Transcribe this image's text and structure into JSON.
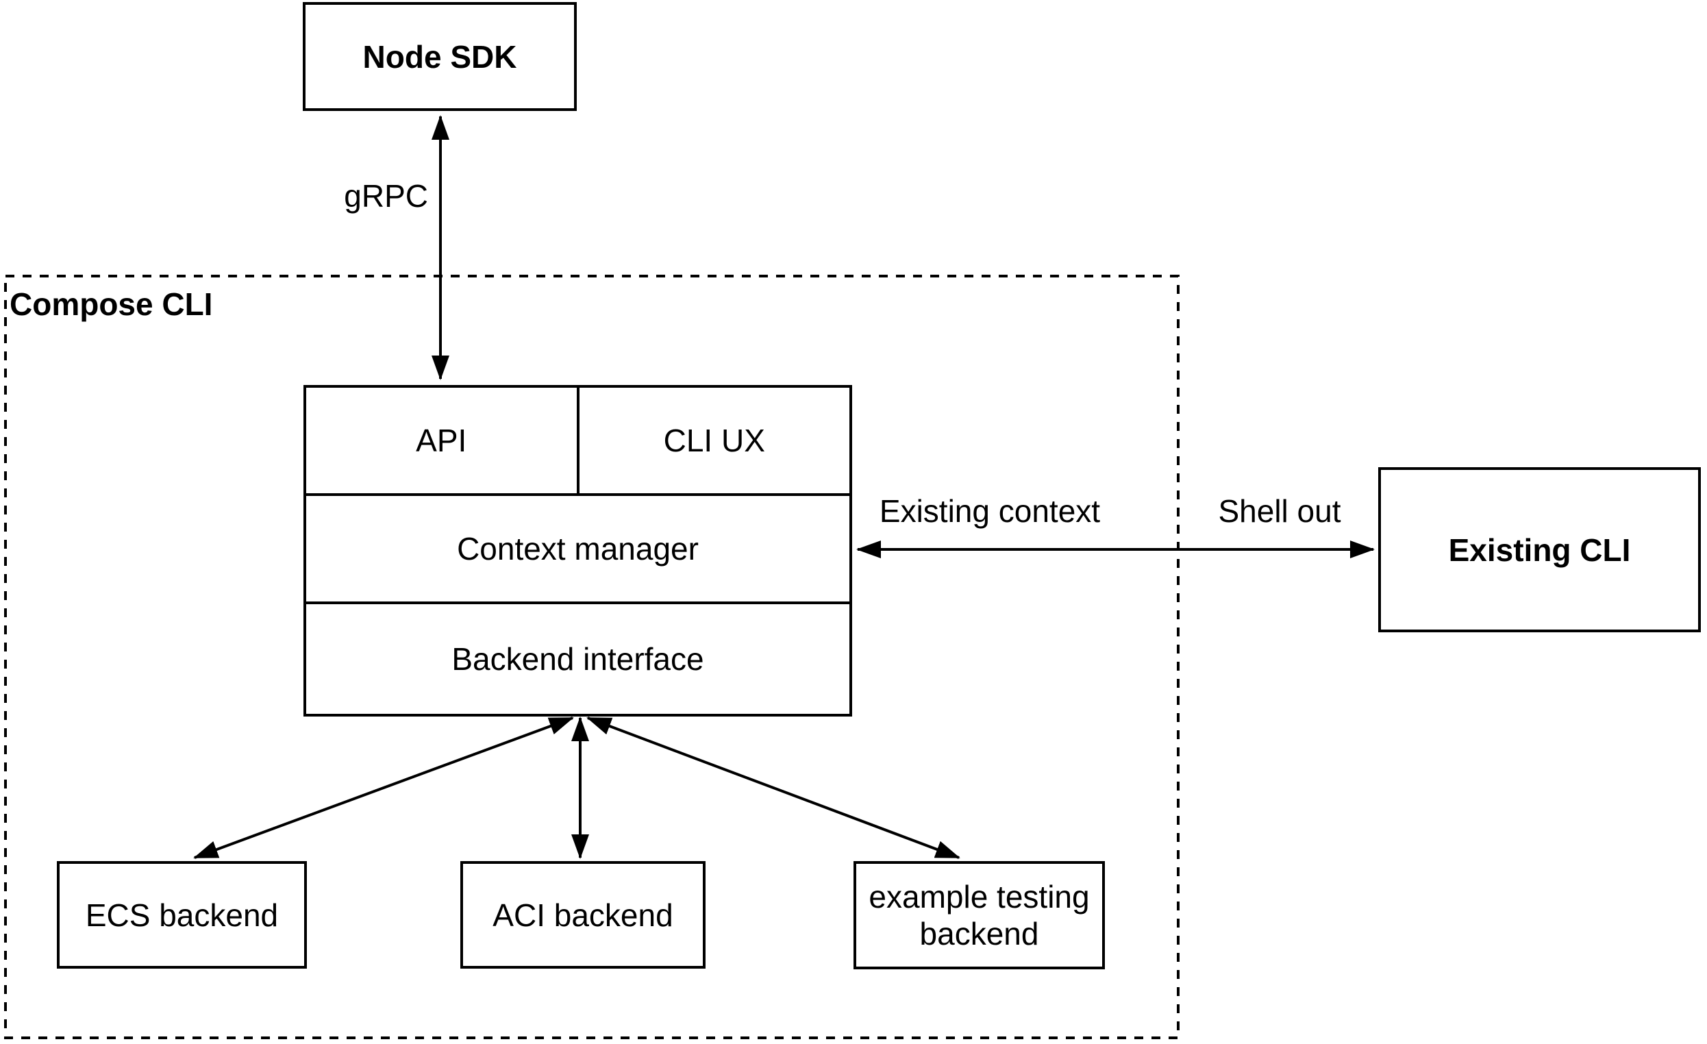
{
  "diagram": {
    "container": {
      "label": "Compose CLI"
    },
    "nodes": {
      "node_sdk": {
        "label": "Node SDK"
      },
      "api": {
        "label": "API"
      },
      "cli_ux": {
        "label": "CLI UX"
      },
      "context_manager": {
        "label": "Context manager"
      },
      "backend_interface": {
        "label": "Backend interface"
      },
      "existing_cli": {
        "label": "Existing CLI"
      },
      "ecs_backend": {
        "label": "ECS backend"
      },
      "aci_backend": {
        "label": "ACI backend"
      },
      "example_testing_backend": {
        "label": "example testing backend"
      }
    },
    "edges": {
      "grpc": {
        "label": "gRPC",
        "style": "double-arrow"
      },
      "existing_context": {
        "label": "Existing context",
        "style": "double-arrow"
      },
      "shell_out": {
        "label": "Shell out",
        "style": "double-arrow"
      },
      "backend_ecs": {
        "label": "",
        "style": "double-arrow"
      },
      "backend_aci": {
        "label": "",
        "style": "double-arrow"
      },
      "backend_example": {
        "label": "",
        "style": "double-arrow"
      }
    },
    "colors": {
      "stroke": "#000000",
      "background": "#ffffff"
    }
  }
}
